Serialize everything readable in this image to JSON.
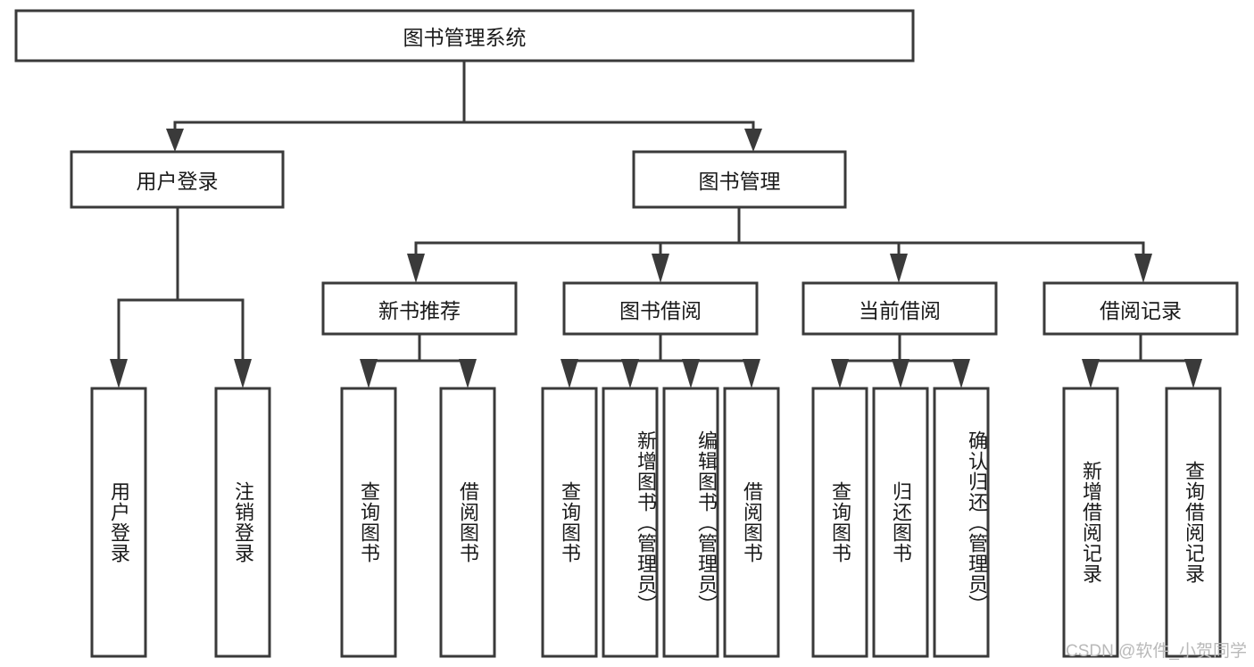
{
  "diagram": {
    "type": "tree-hierarchy",
    "title": "图书管理系统",
    "orientation": "top-down",
    "colors": {
      "box_stroke": "#3a3a3a",
      "box_fill": "#ffffff",
      "connector": "#3a3a3a",
      "text": "#1a1a1a",
      "background": "#ffffff",
      "watermark": "#b9b9b9"
    },
    "root": {
      "label": "图书管理系统"
    },
    "level2": [
      {
        "label": "用户登录"
      },
      {
        "label": "图书管理"
      }
    ],
    "level3": [
      {
        "label": "新书推荐"
      },
      {
        "label": "图书借阅"
      },
      {
        "label": "当前借阅"
      },
      {
        "label": "借阅记录"
      }
    ],
    "leaves": {
      "user_login": [
        {
          "label": "用户登录"
        },
        {
          "label": "注销登录"
        }
      ],
      "new_book_recommend": [
        {
          "label": "查询图书"
        },
        {
          "label": "借阅图书"
        }
      ],
      "book_borrow": [
        {
          "label": "查询图书"
        },
        {
          "label": "新增图书（管理员）"
        },
        {
          "label": "编辑图书（管理员）"
        },
        {
          "label": "借阅图书"
        }
      ],
      "current_borrow": [
        {
          "label": "查询图书"
        },
        {
          "label": "归还图书"
        },
        {
          "label": "确认归还（管理员）"
        }
      ],
      "borrow_record": [
        {
          "label": "新增借阅记录"
        },
        {
          "label": "查询借阅记录"
        }
      ]
    },
    "watermark": "CSDN @软件_小贺同学"
  }
}
